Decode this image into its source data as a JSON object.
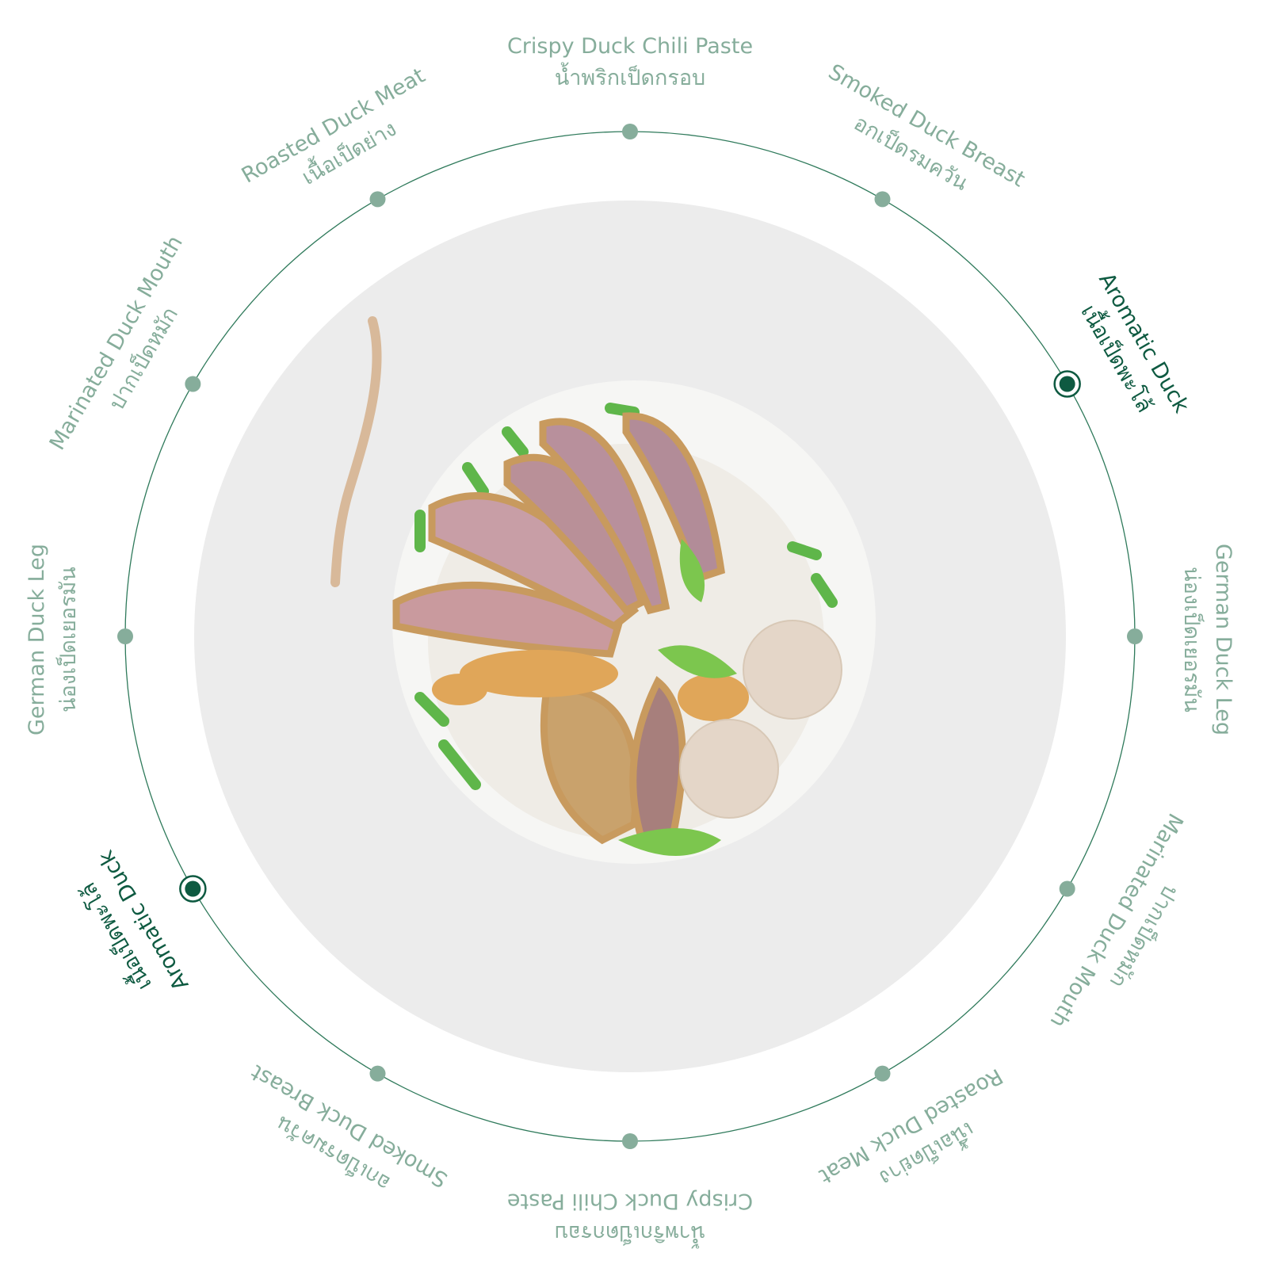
{
  "colors": {
    "ring": "#2f7a5b",
    "dot": "#86ad9b",
    "active": "#0e5a41",
    "label": "#86ad9b",
    "plate": "#ececec",
    "bowl": "#f6f6f4"
  },
  "items": [
    {
      "en": "Crispy Duck Chili Paste",
      "th": "น้ำพริกเป็ดกรอบ",
      "active": false,
      "thai_first": false
    },
    {
      "en": "Smoked Duck Breast",
      "th": "อกเป็ดรมควัน",
      "active": false,
      "thai_first": false
    },
    {
      "en": "Aromatic Duck",
      "th": "เนื้อเป็ดพะโล้",
      "active": true,
      "thai_first": false
    },
    {
      "en": "German Duck Leg",
      "th": "น่องเป็ดเยอรมัน",
      "active": false,
      "thai_first": false
    },
    {
      "en": "Marinated Duck Mouth",
      "th": "ปากเป็ดหมัก",
      "active": false,
      "thai_first": true
    },
    {
      "en": "Roasted Duck Meat",
      "th": "เนื้อเป็ดย่าง",
      "active": false,
      "thai_first": true
    },
    {
      "en": "Crispy Duck Chili Paste",
      "th": "น้ำพริกเป็ดกรอบ",
      "active": false,
      "thai_first": true
    },
    {
      "en": "Smoked Duck Breast",
      "th": "อกเป็ดรมควัน",
      "active": false,
      "thai_first": true
    },
    {
      "en": "Aromatic Duck",
      "th": "เนื้อเป็ดพะโล้",
      "active": true,
      "thai_first": true
    },
    {
      "en": "German Duck Leg",
      "th": "น่องเป็ดเยอรมัน",
      "active": false,
      "thai_first": false
    },
    {
      "en": "Marinated Duck Mouth",
      "th": "ปากเป็ดหมัก",
      "active": false,
      "thai_first": false
    },
    {
      "en": "Roasted Duck Meat",
      "th": "เนื้อเป็ดย่าง",
      "active": false,
      "thai_first": false
    }
  ]
}
